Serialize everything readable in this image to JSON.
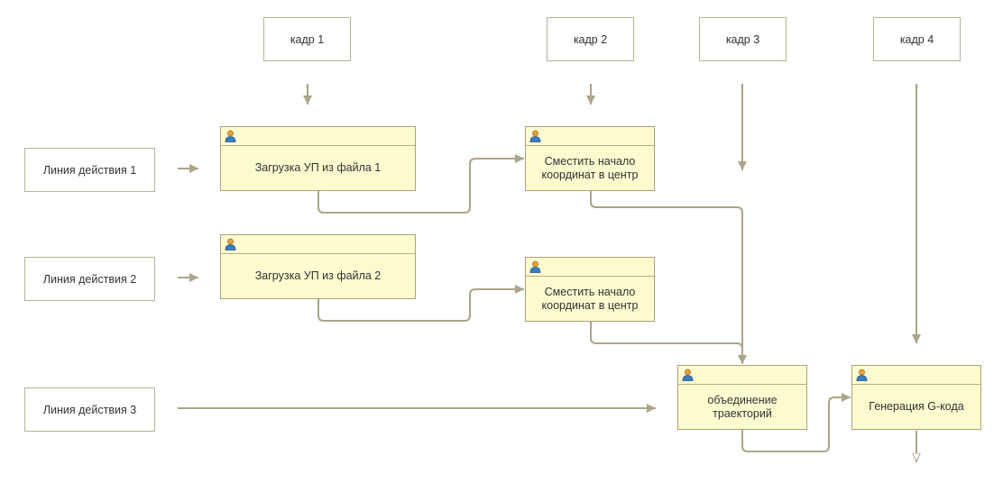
{
  "frames": [
    {
      "id": "frame-1",
      "label": "кадр 1"
    },
    {
      "id": "frame-2",
      "label": "кадр 2"
    },
    {
      "id": "frame-3",
      "label": "кадр 3"
    },
    {
      "id": "frame-4",
      "label": "кадр 4"
    }
  ],
  "lines": [
    {
      "id": "line-1",
      "label": "Линия действия 1"
    },
    {
      "id": "line-2",
      "label": "Линия действия 2"
    },
    {
      "id": "line-3",
      "label": "Линия действия 3"
    }
  ],
  "tasks": [
    {
      "id": "load-file-1",
      "label": "Загрузка УП из файла 1",
      "icon": "user-icon"
    },
    {
      "id": "shift-origin-1",
      "label": "Сместить начало\nкоординат в центр",
      "icon": "user-icon"
    },
    {
      "id": "load-file-2",
      "label": "Загрузка УП из файла 2",
      "icon": "user-icon"
    },
    {
      "id": "shift-origin-2",
      "label": "Сместить начало\nкоординат в центр",
      "icon": "user-icon"
    },
    {
      "id": "merge-trajectories",
      "label": "объединение\nтраекторий",
      "icon": "user-icon"
    },
    {
      "id": "generate-gcode",
      "label": "Генерация G-кода",
      "icon": "user-icon"
    }
  ],
  "colors": {
    "connector": "#aaa58a",
    "task_fill": "#fcfbcf",
    "task_border": "#a9a37c",
    "frame_border": "#b7b39c"
  }
}
